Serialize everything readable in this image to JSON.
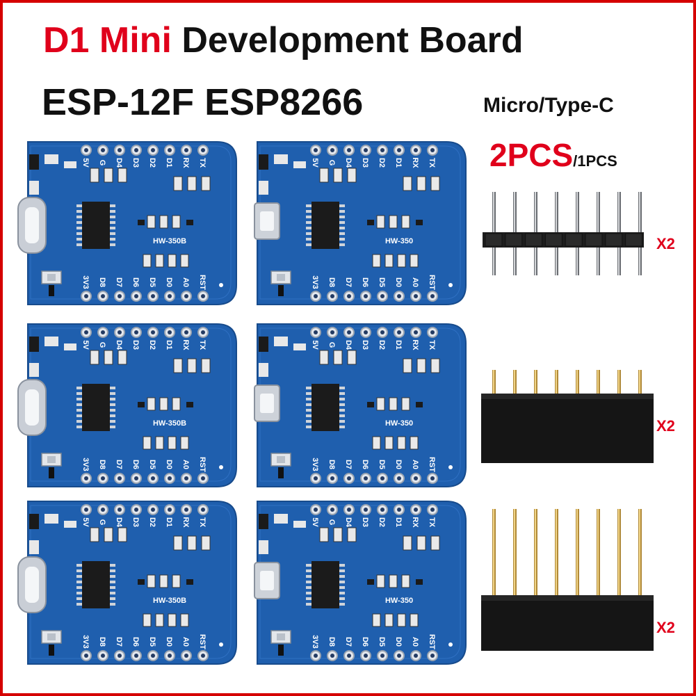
{
  "title": {
    "prefix": "D1 Mini",
    "rest": " Development Board",
    "line2": "ESP-12F ESP8266"
  },
  "variant_label": "Micro/Type-C",
  "quantity": {
    "main": "2PCS",
    "alt": "/1PCS"
  },
  "boards": {
    "top_labels": [
      "5V",
      "G",
      "D4",
      "D3",
      "D2",
      "D1",
      "RX",
      "TX"
    ],
    "bottom_labels": [
      "3V3",
      "D8",
      "D7",
      "D6",
      "D5",
      "D0",
      "A0",
      "RST"
    ],
    "model_typec": "HW-350B",
    "model_micro": "HW-350",
    "connectors": [
      "type-c",
      "micro-usb"
    ]
  },
  "headers": [
    {
      "type": "male-pin-header",
      "count": "X2"
    },
    {
      "type": "female-header-short",
      "count": "X2"
    },
    {
      "type": "female-header-long",
      "count": "X2"
    }
  ],
  "colors": {
    "accent_red": "#e0001b",
    "pcb_blue": "#1f5fae",
    "pad_gold": "#e4e8ee"
  }
}
